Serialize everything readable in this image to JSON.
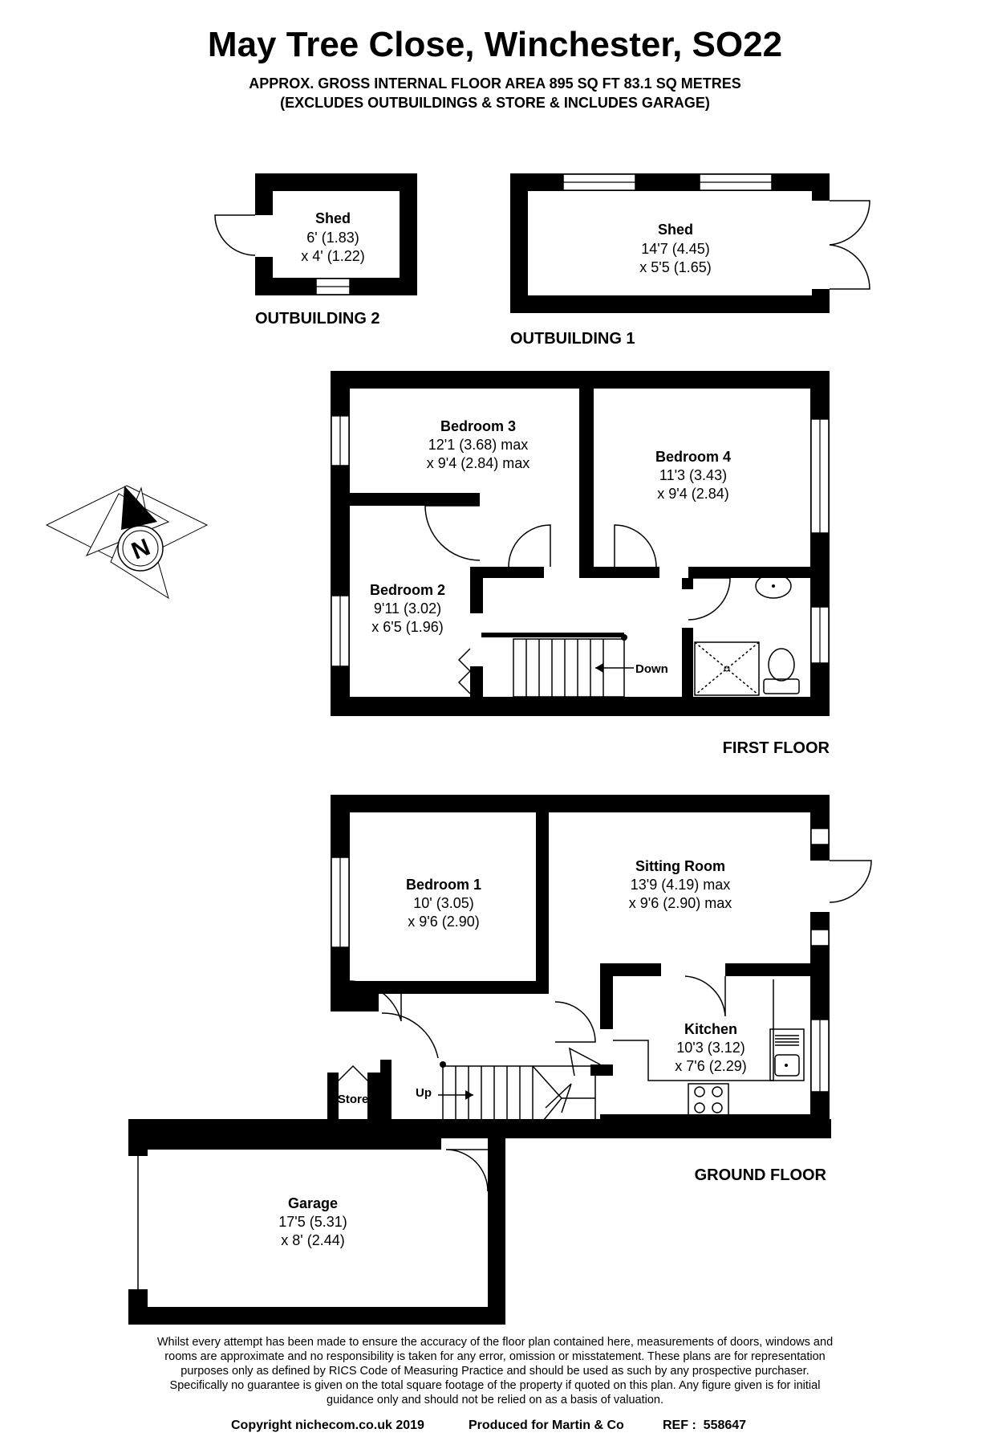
{
  "header": {
    "title": "May Tree Close, Winchester, SO22",
    "area_line": "APPROX. GROSS INTERNAL FLOOR AREA 895 SQ FT 83.1 SQ METRES",
    "note_line": "(EXCLUDES OUTBUILDINGS & STORE & INCLUDES GARAGE)"
  },
  "outbuilding2": {
    "label": "OUTBUILDING 2",
    "room": {
      "name": "Shed",
      "dim1": "6' (1.83)",
      "dim2": "x 4' (1.22)"
    }
  },
  "outbuilding1": {
    "label": "OUTBUILDING 1",
    "room": {
      "name": "Shed",
      "dim1": "14'7 (4.45)",
      "dim2": "x 5'5 (1.65)"
    }
  },
  "first_floor": {
    "label": "FIRST FLOOR",
    "bedroom3": {
      "name": "Bedroom 3",
      "dim1": "12'1 (3.68) max",
      "dim2": "x 9'4 (2.84) max"
    },
    "bedroom4": {
      "name": "Bedroom 4",
      "dim1": "11'3 (3.43)",
      "dim2": "x 9'4 (2.84)"
    },
    "bedroom2": {
      "name": "Bedroom 2",
      "dim1": "9'11 (3.02)",
      "dim2": "x 6'5 (1.96)"
    },
    "stairs_label": "Down"
  },
  "ground_floor": {
    "label": "GROUND FLOOR",
    "bedroom1": {
      "name": "Bedroom 1",
      "dim1": "10' (3.05)",
      "dim2": "x 9'6 (2.90)"
    },
    "sitting": {
      "name": "Sitting Room",
      "dim1": "13'9 (4.19) max",
      "dim2": "x 9'6 (2.90) max"
    },
    "kitchen": {
      "name": "Kitchen",
      "dim1": "10'3 (3.12)",
      "dim2": "x 7'6 (2.29)"
    },
    "garage": {
      "name": "Garage",
      "dim1": "17'5 (5.31)",
      "dim2": "x 8' (2.44)"
    },
    "store_label": "Store",
    "stairs_label": "Up"
  },
  "compass": {
    "letter": "N"
  },
  "disclaimer": [
    "Whilst every attempt has been made to ensure the accuracy of the floor plan contained here, measurements of doors, windows and",
    "rooms are approximate and no responsibility is taken for any error, omission or misstatement. These plans are for representation",
    "purposes only as defined by RICS Code of Measuring Practice and should be used as such by any prospective purchaser.",
    "Specifically no guarantee is given on the total square footage of the property if quoted on this plan. Any figure given is for initial",
    "guidance only and should not be relied on as a basis of valuation."
  ],
  "footer": {
    "copyright": "Copyright nichecom.co.uk 2019",
    "produced": "Produced for Martin & Co",
    "ref": "REF :  558647"
  }
}
